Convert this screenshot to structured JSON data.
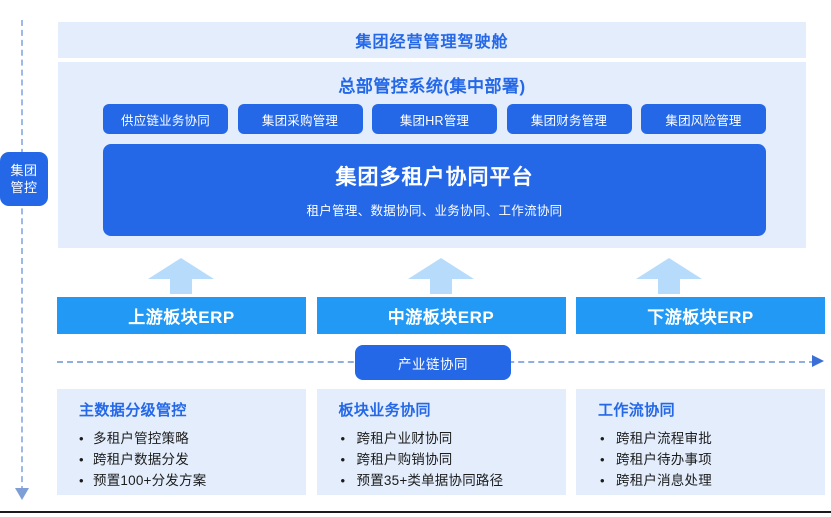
{
  "side_axis": {
    "chip_line1": "集团",
    "chip_line2": "管控"
  },
  "banner": {
    "title": "集团经营管理驾驶舱"
  },
  "hq_panel": {
    "title": "总部管控系统(集中部署)",
    "modules": [
      {
        "label": "供应链业务协同"
      },
      {
        "label": "集团采购管理"
      },
      {
        "label": "集团HR管理"
      },
      {
        "label": "集团财务管理"
      },
      {
        "label": "集团风险管理"
      }
    ],
    "platform": {
      "title": "集团多租户协同平台",
      "subtitle": "租户管理、数据协同、业务协同、工作流协同"
    }
  },
  "erp_boxes": [
    {
      "label": "上游板块ERP"
    },
    {
      "label": "中游板块ERP"
    },
    {
      "label": "下游板块ERP"
    }
  ],
  "chain": {
    "label": "产业链协同"
  },
  "cards": [
    {
      "title": "主数据分级管控",
      "items": [
        "多租户管控策略",
        "跨租户数据分发",
        "预置100+分发方案"
      ]
    },
    {
      "title": "板块业务协同",
      "items": [
        "跨租户业财协同",
        "跨租户购销协同",
        "预置35+类单据协同路径"
      ]
    },
    {
      "title": "工作流协同",
      "items": [
        "跨租户流程审批",
        "跨租户待办事项",
        "跨租户消息处理"
      ]
    }
  ],
  "colors": {
    "primary_blue": "#2468e8",
    "erp_blue": "#229af5",
    "panel_bg": "#e3edfc",
    "arrow_light": "#b7dcfb",
    "dash_line": "#8fb0de"
  }
}
